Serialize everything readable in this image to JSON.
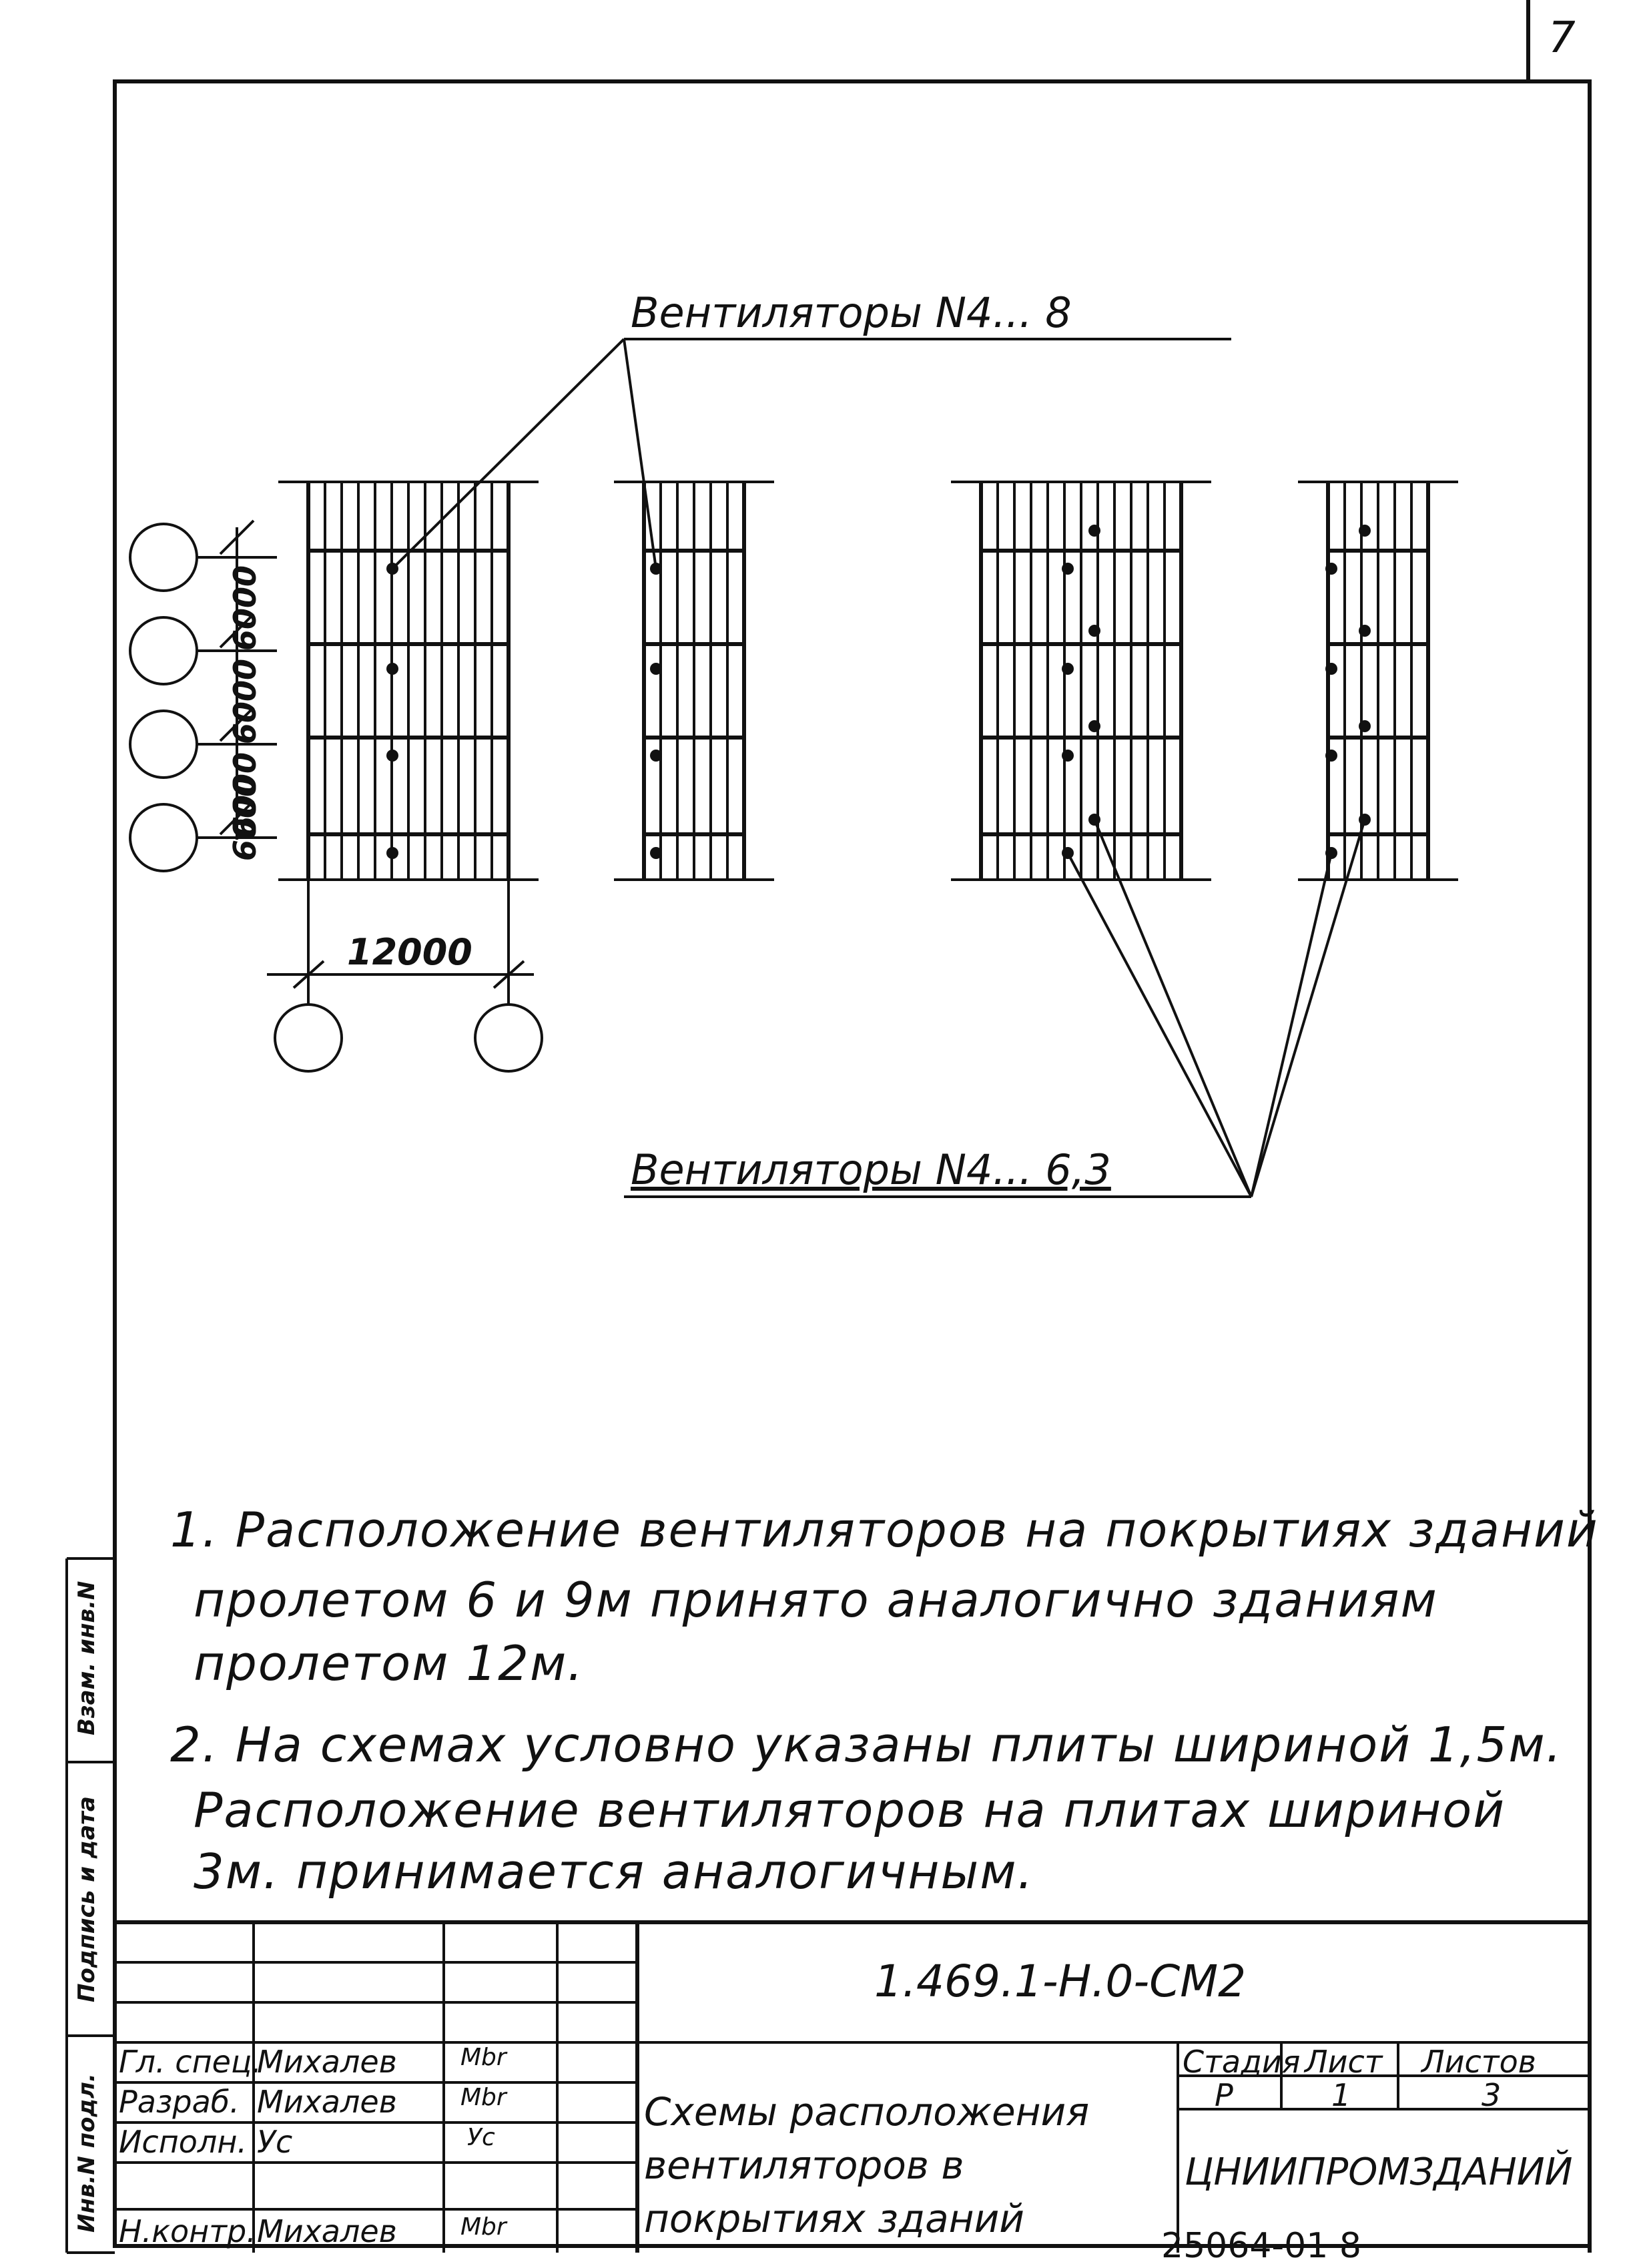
{
  "sheet_number": "7",
  "labels": {
    "fans_top": "Вентиляторы N4... 8",
    "fans_bottom": "Вентиляторы N4... 6,3",
    "dim_span": "12000",
    "dim_steps": [
      "6000",
      "6000",
      "6000",
      "6000"
    ]
  },
  "notes": [
    "1. Расположение вентиляторов на покрытиях зданий",
    "пролетом 6 и 9м принято аналогично зданиям",
    "пролетом 12м.",
    "2. На схемах условно указаны плиты шириной 1,5м.",
    "Расположение вентиляторов на плитах шириной",
    "3м. принимается аналогичным."
  ],
  "side_stamp": [
    "Инв.N подл.",
    "Подпись и дата",
    "Взам. инв.N"
  ],
  "title_block": {
    "code": "1.469.1-Н.0-СМ2",
    "rows": [
      {
        "role": "Гл. спец.",
        "name": "Михалев",
        "sign": "Mbr"
      },
      {
        "role": "Разраб.",
        "name": "Михалев",
        "sign": "Mbr"
      },
      {
        "role": "Исполн.",
        "name": "Ус",
        "sign": "Ус"
      },
      {
        "role": "Н.контр.",
        "name": "Михалев",
        "sign": "Mbr"
      }
    ],
    "title_lines": [
      "Схемы расположения",
      "вентиляторов в",
      "покрытиях зданий"
    ],
    "stage_label": "Стадия",
    "sheet_label": "Лист",
    "sheets_label": "Листов",
    "stage": "Р",
    "sheet": "1",
    "sheets": "3",
    "org": "ЦНИИПРОМЗДАНИЙ"
  },
  "bottom_code": "25064-01  8"
}
